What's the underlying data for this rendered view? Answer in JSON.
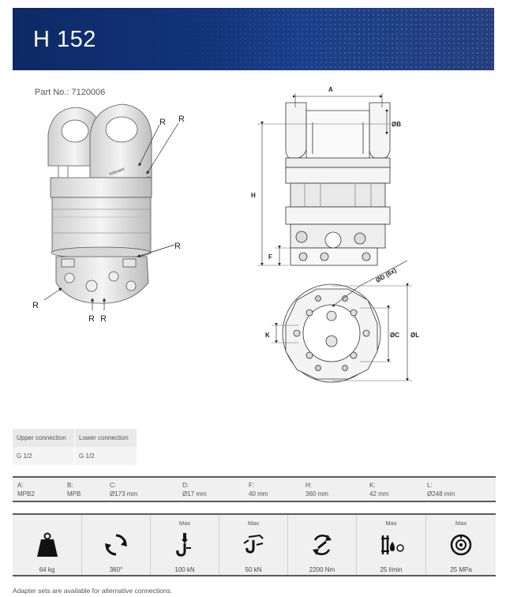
{
  "header": {
    "title": "H 152"
  },
  "part_no": "Part No.: 7120006",
  "drawing_labels": {
    "r": "R",
    "a": "A",
    "b": "ØB",
    "c": "ØC",
    "d": "ØD (6x)",
    "f": "F",
    "h": "H",
    "k": "K",
    "l": "ØL",
    "logo": "indexator"
  },
  "connections": {
    "headers": [
      "Upper connection",
      "Lower connection"
    ],
    "values": [
      "G 1/2",
      "G 1/2"
    ]
  },
  "dimensions": [
    {
      "key": "A:",
      "value": "MPB2"
    },
    {
      "key": "B:",
      "value": "MPB"
    },
    {
      "key": "C:",
      "value": "Ø173 mm"
    },
    {
      "key": "D:",
      "value": "Ø17 mm"
    },
    {
      "key": "F:",
      "value": "40 mm"
    },
    {
      "key": "H:",
      "value": "360 mm"
    },
    {
      "key": "K:",
      "value": "42 mm"
    },
    {
      "key": "L:",
      "value": "Ø248 mm"
    }
  ],
  "specs": [
    {
      "icon": "weight-icon",
      "max": "",
      "value": "64 kg"
    },
    {
      "icon": "rotation-icon",
      "max": "",
      "value": "360°"
    },
    {
      "icon": "static-load-icon",
      "max": "Max",
      "value": "100 kN"
    },
    {
      "icon": "dynamic-load-icon",
      "max": "Max",
      "value": "50 kN"
    },
    {
      "icon": "torque-icon",
      "max": "",
      "value": "2200 Nm"
    },
    {
      "icon": "oil-flow-icon",
      "max": "Max",
      "value": "25 l/min"
    },
    {
      "icon": "pressure-icon",
      "max": "Max",
      "value": "25 MPa"
    }
  ],
  "footer": "Adapter sets are available for alternative connections."
}
